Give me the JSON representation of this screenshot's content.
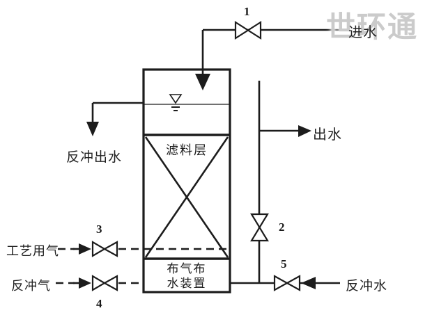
{
  "watermark": {
    "text": "世环通"
  },
  "streams": {
    "inlet": "进水",
    "outlet": "出水",
    "backwash_outlet": "反冲出水",
    "process_gas": "工艺用气",
    "backwash_gas": "反冲气",
    "backwash_water": "反冲水"
  },
  "tank": {
    "filter_layer_label": "滤料层",
    "distributor_line1": "布气布",
    "distributor_line2": "水装置"
  },
  "valves": {
    "v1": "1",
    "v2": "2",
    "v3": "3",
    "v4": "4",
    "v5": "5"
  },
  "colors": {
    "line": "#1c1c1c",
    "background": "#ffffff",
    "watermark": "#cbcbcb",
    "text": "#222222"
  }
}
